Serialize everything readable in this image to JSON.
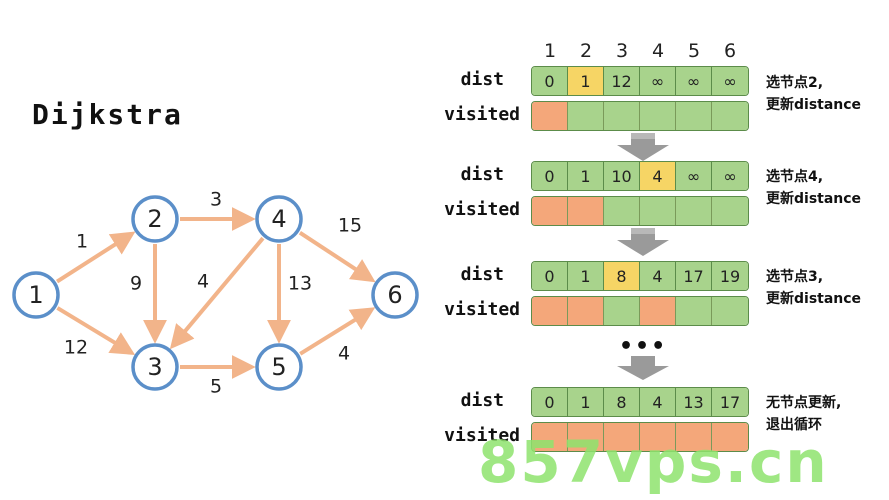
{
  "title": "Dijkstra",
  "graph": {
    "nodes": [
      "1",
      "2",
      "3",
      "4",
      "5",
      "6"
    ],
    "edges": [
      {
        "from": "1",
        "to": "2",
        "weight": "1"
      },
      {
        "from": "1",
        "to": "3",
        "weight": "12"
      },
      {
        "from": "2",
        "to": "4",
        "weight": "3"
      },
      {
        "from": "2",
        "to": "3",
        "weight": "9"
      },
      {
        "from": "4",
        "to": "3",
        "weight": "4"
      },
      {
        "from": "4",
        "to": "5",
        "weight": "13"
      },
      {
        "from": "4",
        "to": "6",
        "weight": "15"
      },
      {
        "from": "3",
        "to": "5",
        "weight": "5"
      },
      {
        "from": "5",
        "to": "6",
        "weight": "4"
      }
    ]
  },
  "columns": [
    "1",
    "2",
    "3",
    "4",
    "5",
    "6"
  ],
  "labels": {
    "dist": "dist",
    "visited": "visited"
  },
  "steps": [
    {
      "dist": [
        "0",
        "1",
        "12",
        "∞",
        "∞",
        "∞"
      ],
      "dist_state": [
        "g",
        "y",
        "g",
        "g",
        "g",
        "g"
      ],
      "visited": [
        "o",
        "g",
        "g",
        "g",
        "g",
        "g"
      ],
      "note": [
        "选节点2,",
        "更新distance"
      ]
    },
    {
      "dist": [
        "0",
        "1",
        "10",
        "4",
        "∞",
        "∞"
      ],
      "dist_state": [
        "g",
        "g",
        "g",
        "y",
        "g",
        "g"
      ],
      "visited": [
        "o",
        "o",
        "g",
        "g",
        "g",
        "g"
      ],
      "note": [
        "选节点4,",
        "更新distance"
      ]
    },
    {
      "dist": [
        "0",
        "1",
        "8",
        "4",
        "17",
        "19"
      ],
      "dist_state": [
        "g",
        "g",
        "y",
        "g",
        "g",
        "g"
      ],
      "visited": [
        "o",
        "o",
        "g",
        "o",
        "g",
        "g"
      ],
      "note": [
        "选节点3,",
        "更新distance"
      ]
    },
    {
      "dist": [
        "0",
        "1",
        "8",
        "4",
        "13",
        "17"
      ],
      "dist_state": [
        "g",
        "g",
        "g",
        "g",
        "g",
        "g"
      ],
      "visited": [
        "o",
        "o",
        "o",
        "o",
        "o",
        "o"
      ],
      "note": [
        "无节点更新,",
        "退出循环"
      ]
    }
  ],
  "ellipsis": "•••",
  "watermark": "857vps.cn",
  "colors": {
    "node_stroke": "#5b8fc9",
    "edge": "#f2b48a",
    "dist_green": "#a8d38c",
    "selected_yellow": "#f6d565",
    "visited_orange": "#f4a77a"
  }
}
